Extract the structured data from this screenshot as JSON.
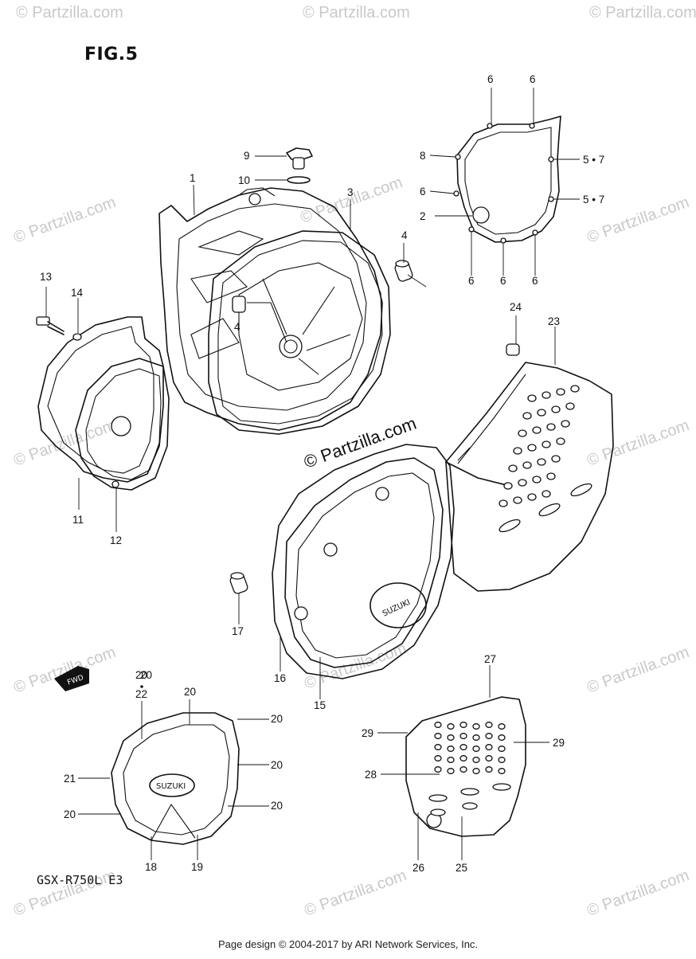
{
  "figure": {
    "title": "FIG.5",
    "model_code": "GSX-R750L E3",
    "footer": "Page design © 2004-2017 by ARI Network Services, Inc.",
    "center_watermark": "© Partzilla.com",
    "watermark": "© Partzilla.com",
    "fwd_badge": "FWD",
    "brand_clutch": "SUZUKI",
    "brand_gen": "SUZUKI"
  },
  "part_labels": [
    "1",
    "2",
    "3",
    "4",
    "4",
    "5 • 7",
    "5 • 7",
    "6",
    "6",
    "6",
    "6",
    "6",
    "6",
    "8",
    "9",
    "10",
    "11",
    "12",
    "13",
    "14",
    "15",
    "16",
    "17",
    "18",
    "19",
    "20",
    "20",
    "20",
    "20",
    "20",
    "20",
    "20",
    "21",
    "22",
    "23",
    "24",
    "25",
    "26",
    "27",
    "28",
    "29",
    "29"
  ]
}
